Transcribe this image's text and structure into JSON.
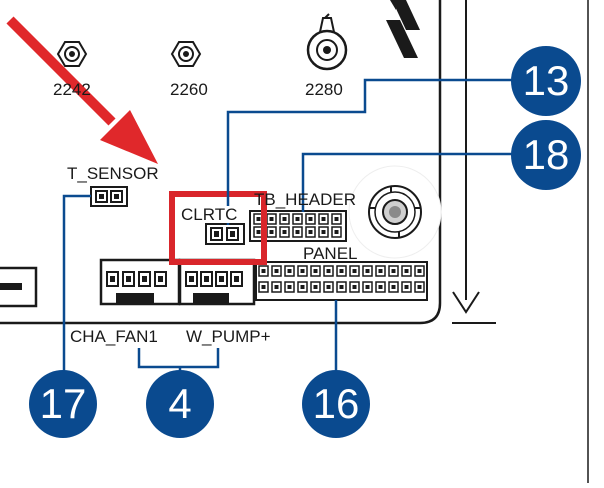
{
  "standoff_labels": [
    "2242",
    "2260",
    "2280"
  ],
  "header_labels": {
    "t_sensor": "T_SENSOR",
    "clrtc": "CLRTC",
    "tb_header": "TB_HEADER",
    "panel": "PANEL",
    "cha_fan1": "CHA_FAN1",
    "w_pump": "W_PUMP+"
  },
  "callouts": {
    "c13": "13",
    "c18": "18",
    "c17": "17",
    "c4": "4",
    "c16": "16"
  },
  "colors": {
    "callout_blue": "#0a4a8f",
    "highlight_red": "#d9262b",
    "arrow_red": "#e0282b",
    "outline": "#1a1a1a"
  },
  "icons": [
    "red-pointer-arrow",
    "screw-hole-icon",
    "m2-standoff-icon"
  ]
}
